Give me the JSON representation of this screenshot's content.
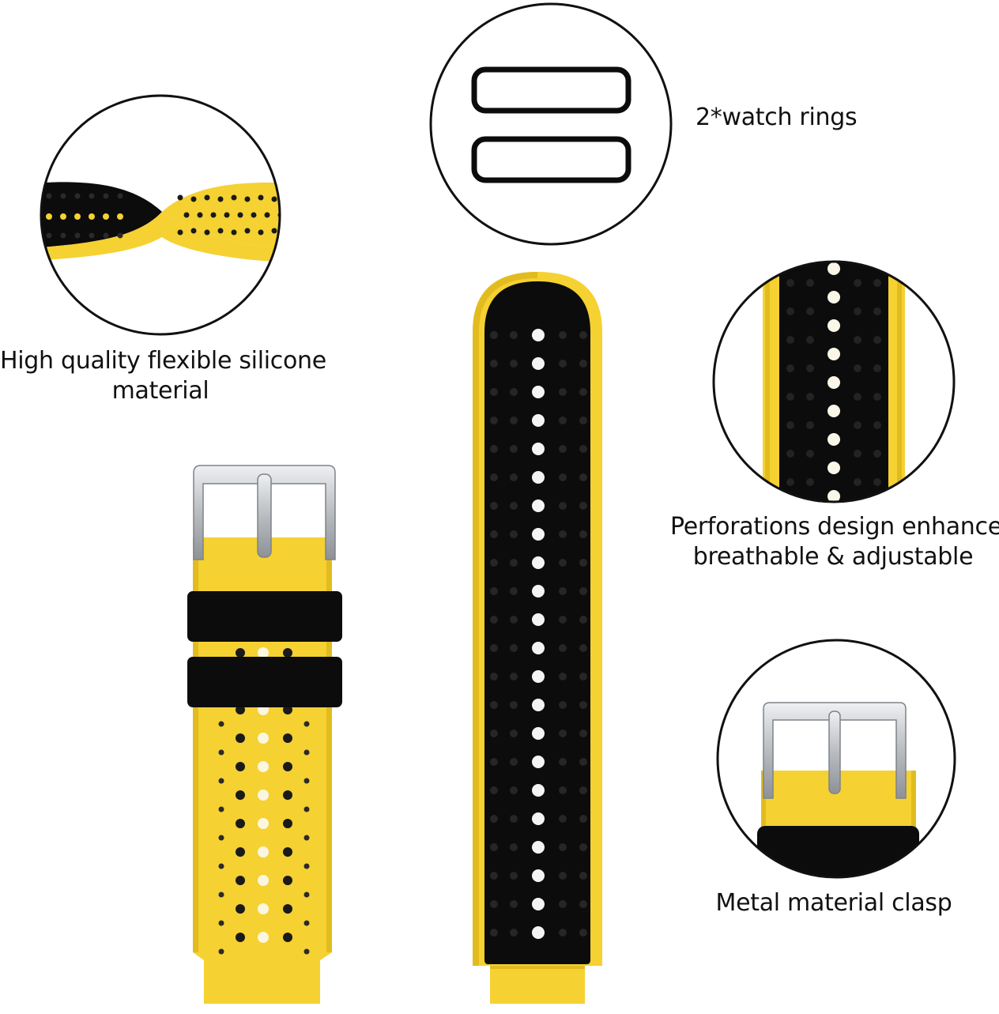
{
  "captions": {
    "silicone": {
      "line1": "High quality flexible silicone",
      "line2": "material"
    },
    "rings": "2*watch rings",
    "perforations": {
      "line1": "Perforations design enhance",
      "line2": "breathable & adjustable"
    },
    "clasp": "Metal material clasp"
  },
  "colors": {
    "yellow": "#F5D132",
    "yellow_dark": "#E2BC1F",
    "black": "#0C0C0C",
    "metal": "#C9CBCE",
    "outline": "#111111"
  },
  "illustrations": {
    "silicone_detail": "twisted-band-icon",
    "rings_detail": "watch-rings-icon",
    "perforation_detail": "perforation-closeup-icon",
    "clasp_detail": "buckle-closeup-icon",
    "buckle_strap": "buckle-strap-icon",
    "long_strap": "long-strap-icon"
  }
}
